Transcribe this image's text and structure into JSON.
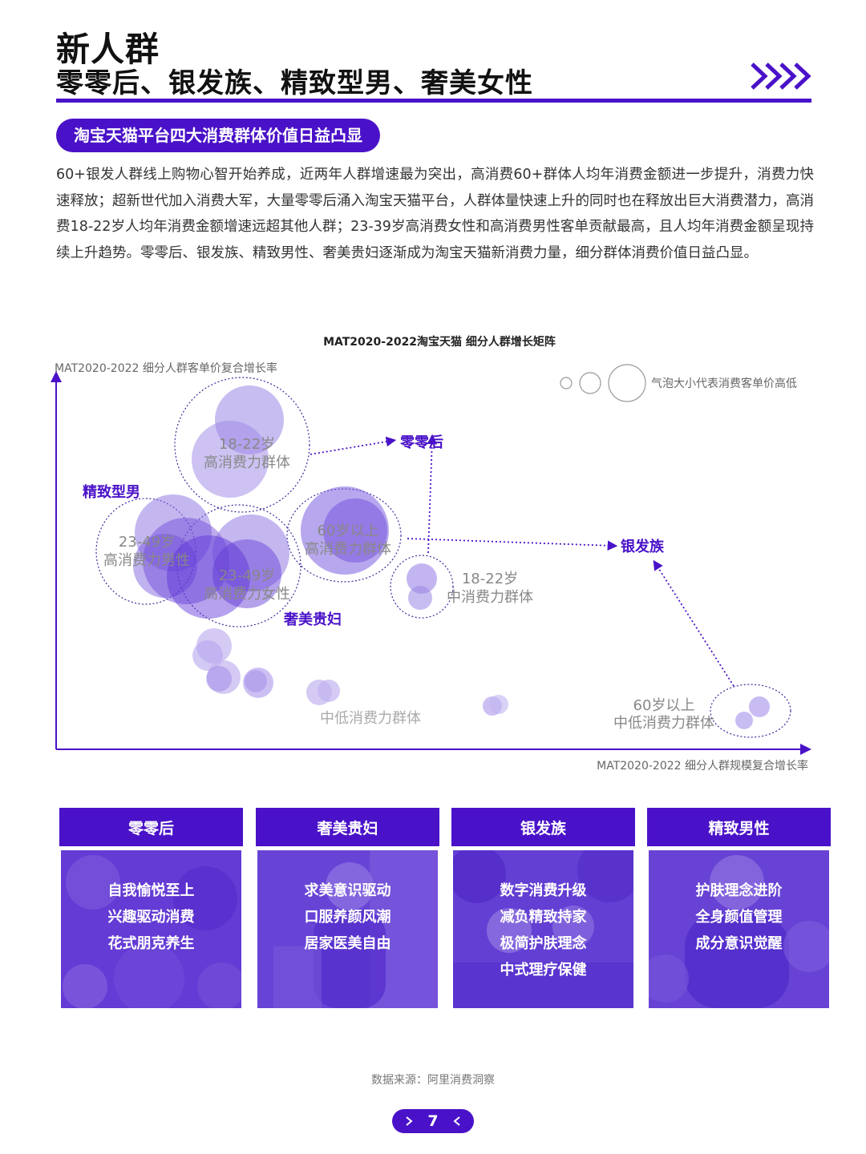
{
  "header": {
    "title_main": "新人群",
    "title_sub": "零零后、银发族、精致型男、奢美女性",
    "section_pill": "淘宝天猫平台四大消费群体价值日益凸显"
  },
  "paragraph": "60+银发人群线上购物心智开始养成，近两年人群增速最为突出，高消费60+群体人均年消费金额进一步提升，消费力快速释放；超新世代加入消费大军，大量零零后涌入淘宝天猫平台，人群体量快速上升的同时也在释放出巨大消费潜力，高消费18-22岁人均年消费金额增速远超其他人群；23-39岁高消费女性和高消费男性客单贡献最高，且人均年消费金额呈现持续上升趋势。零零后、银发族、精致男性、奢美贵妇逐渐成为淘宝天猫新消费力量，细分群体消费价值日益凸显。",
  "chart_data": {
    "type": "scatter",
    "title": "MAT2020-2022淘宝天猫 细分人群增长矩阵",
    "ylabel": "MAT2020-2022 细分人群客单价复合增长率",
    "xlabel": "MAT2020-2022 细分人群规模复合增长率",
    "legend_text": "气泡大小代表消费客单价高低",
    "colors": {
      "accent": "#4a12c8",
      "bubble": "#9b86e6",
      "bubble_dark": "#5a2fd6",
      "label_gray": "#888888"
    },
    "group_labels": [
      {
        "id": "g1",
        "line1": "18-22岁",
        "line2": "高消费力群体"
      },
      {
        "id": "g2",
        "line1": "23-49岁",
        "line2": "高消费力男性"
      },
      {
        "id": "g3",
        "line1": "60岁以上",
        "line2": "高消费力群体"
      },
      {
        "id": "g4",
        "line1": "23-49岁",
        "line2": "高消费力女性"
      },
      {
        "id": "g5",
        "line1": "18-22岁",
        "line2": "中消费力群体"
      },
      {
        "id": "g6",
        "line1": "中低消费力群体",
        "line2": ""
      },
      {
        "id": "g7",
        "line1": "60岁以上",
        "line2": "中低消费力群体"
      }
    ],
    "segment_labels": [
      {
        "id": "s1",
        "text": "零零后"
      },
      {
        "id": "s2",
        "text": "精致型男"
      },
      {
        "id": "s3",
        "text": "银发族"
      },
      {
        "id": "s4",
        "text": "奢美贵妇"
      }
    ]
  },
  "cards": [
    {
      "title": "零零后",
      "lines": [
        "自我愉悦至上",
        "兴趣驱动消费",
        "花式朋克养生"
      ]
    },
    {
      "title": "奢美贵妇",
      "lines": [
        "求美意识驱动",
        "口服养颜风潮",
        "居家医美自由"
      ]
    },
    {
      "title": "银发族",
      "lines": [
        "数字消费升级",
        "减负精致持家",
        "极简护肤理念",
        "中式理疗保健"
      ]
    },
    {
      "title": "精致男性",
      "lines": [
        "护肤理念进阶",
        "全身颜值管理",
        "成分意识觉醒"
      ]
    }
  ],
  "footer": {
    "source": "数据来源：阿里消费洞察",
    "page_number": "7"
  }
}
